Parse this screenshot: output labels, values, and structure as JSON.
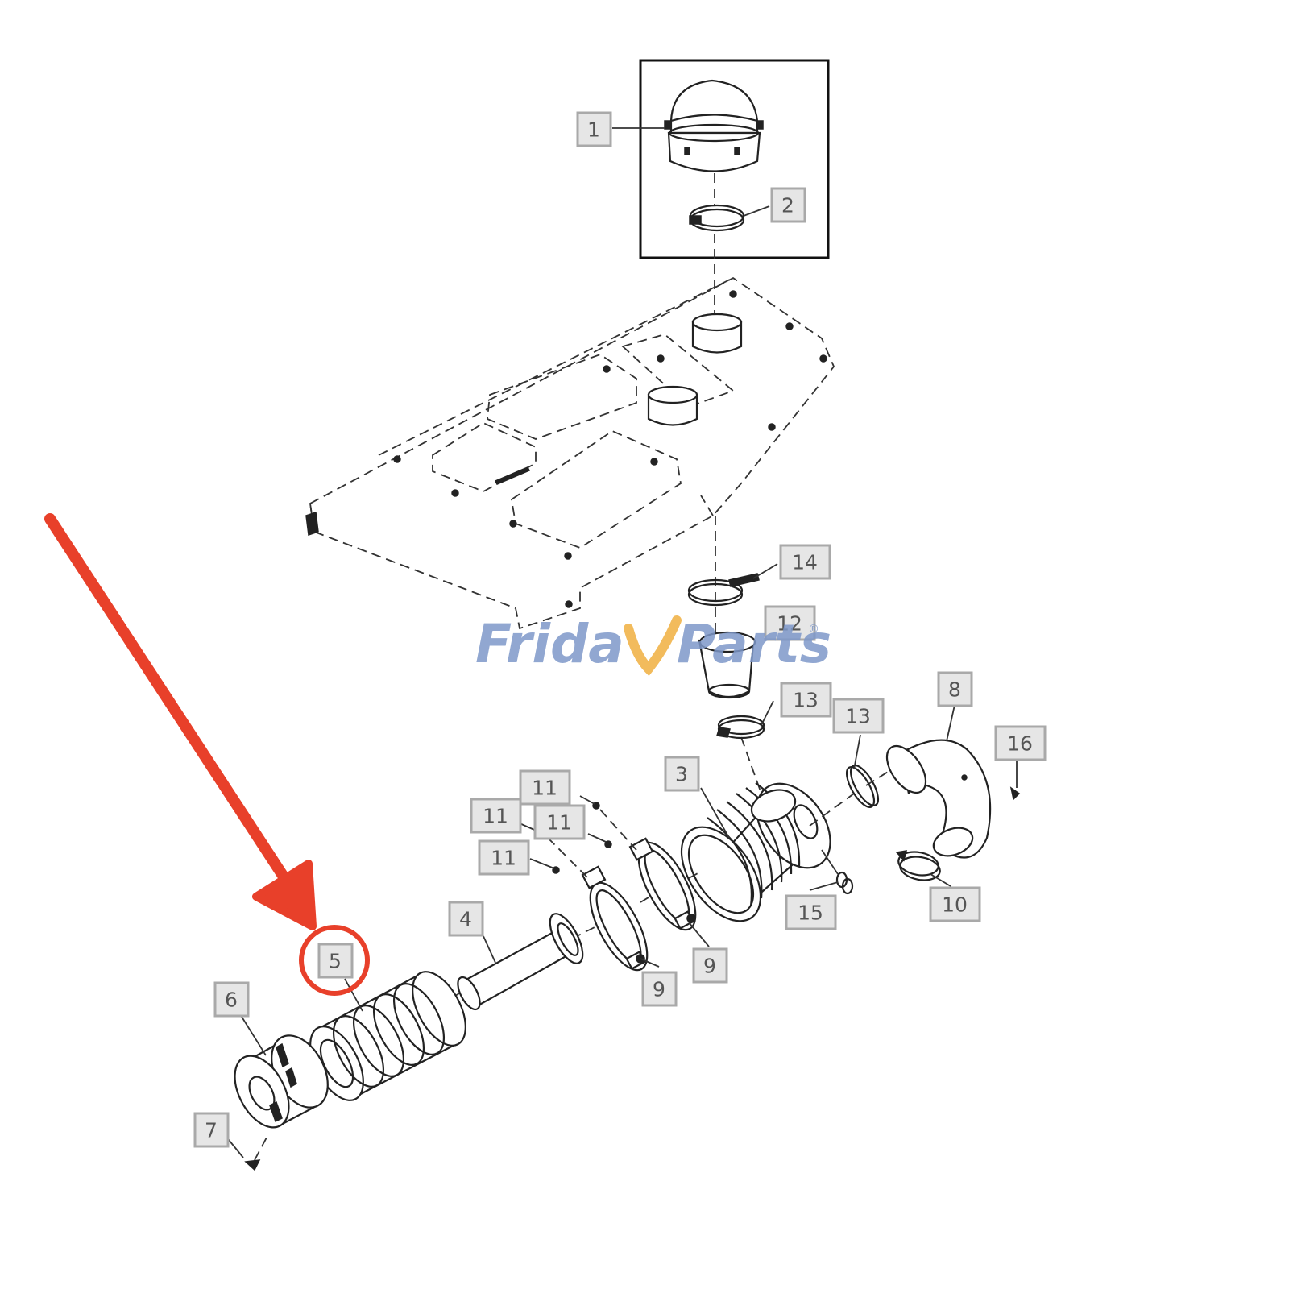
{
  "watermark": {
    "brand_part1": "Frida",
    "brand_part2": "Parts",
    "registered_mark": "®"
  },
  "callouts": [
    "1",
    "2",
    "14",
    "12",
    "13",
    "13",
    "8",
    "16",
    "3",
    "11",
    "11",
    "11",
    "11",
    "4",
    "5",
    "6",
    "7",
    "9",
    "9",
    "10",
    "15"
  ],
  "highlighted_callout": "5",
  "colors": {
    "annotation": "#e8402a",
    "label_fill": "#e6e6e6",
    "label_stroke": "#a9a9a9",
    "watermark_blue": "#7e98c9",
    "watermark_orange": "#f0b040"
  }
}
